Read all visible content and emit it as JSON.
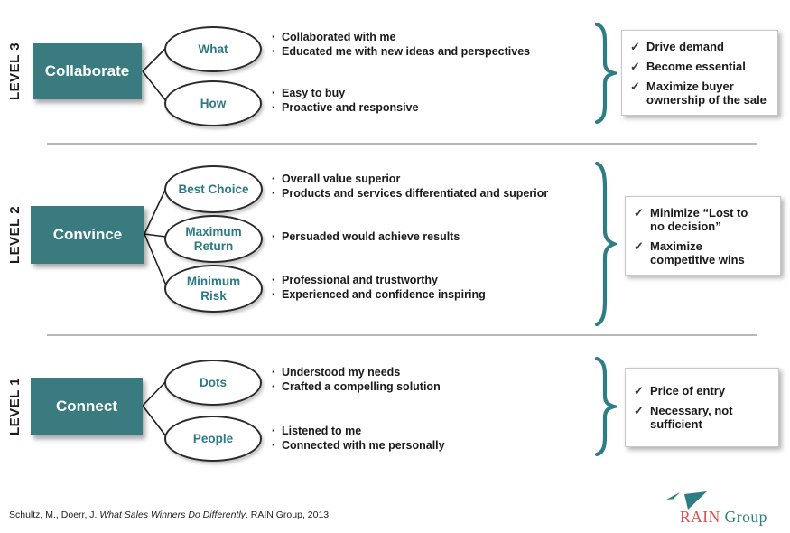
{
  "colors": {
    "accent_teal": "#3A7B80",
    "oval_text_teal": "#2B7A85",
    "brace_teal": "#2E7D84",
    "logo_red": "#D5524E",
    "divider_gray": "#b8b8b8"
  },
  "icons": {
    "check": "✓",
    "bullet": "·"
  },
  "sections": [
    {
      "level_label": "LEVEL 3",
      "box_label": "Collaborate",
      "branches": [
        {
          "oval": "What",
          "bullets": [
            "Collaborated with me",
            "Educated me with new ideas and perspectives"
          ]
        },
        {
          "oval": "How",
          "bullets": [
            "Easy to buy",
            "Proactive and responsive"
          ]
        }
      ],
      "outcomes": [
        "Drive demand",
        "Become essential",
        "Maximize buyer ownership of the sale"
      ]
    },
    {
      "level_label": "LEVEL 2",
      "box_label": "Convince",
      "branches": [
        {
          "oval": "Best Choice",
          "bullets": [
            "Overall value superior",
            "Products and services differentiated and superior"
          ]
        },
        {
          "oval": "Maximum Return",
          "bullets": [
            "Persuaded would achieve results"
          ]
        },
        {
          "oval": "Minimum Risk",
          "bullets": [
            "Professional and trustworthy",
            "Experienced and confidence inspiring"
          ]
        }
      ],
      "outcomes": [
        "Minimize “Lost to no decision”",
        "Maximize competitive wins"
      ]
    },
    {
      "level_label": "LEVEL 1",
      "box_label": "Connect",
      "branches": [
        {
          "oval": "Dots",
          "bullets": [
            "Understood my needs",
            "Crafted a compelling solution"
          ]
        },
        {
          "oval": "People",
          "bullets": [
            "Listened to me",
            "Connected with me personally"
          ]
        }
      ],
      "outcomes": [
        "Price of entry",
        "Necessary, not sufficient"
      ]
    }
  ],
  "footer": {
    "citation_prefix": "Schultz, M., Doerr, J. ",
    "citation_title": "What Sales Winners Do Differently",
    "citation_suffix": ". RAIN Group, 2013.",
    "logo_rain": "RAIN",
    "logo_group": "Group"
  }
}
